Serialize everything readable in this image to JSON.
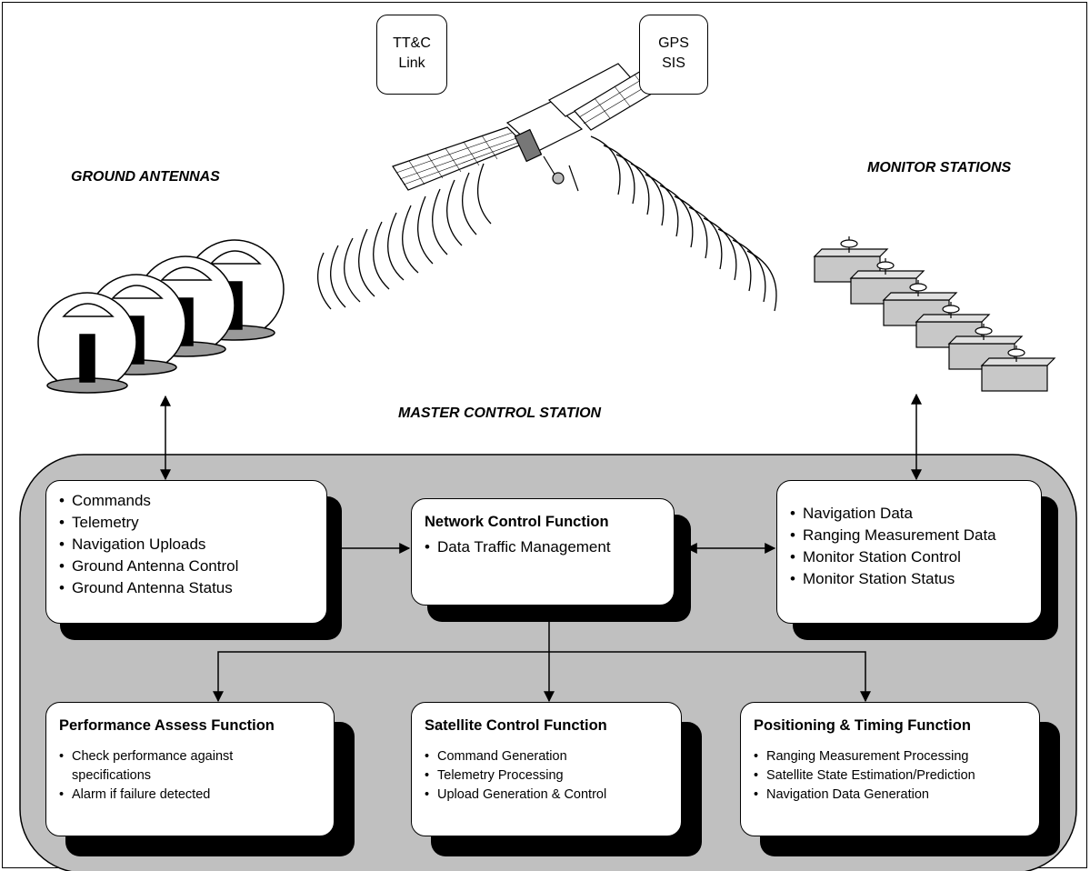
{
  "labels": {
    "ground_antennas": "GROUND ANTENNAS",
    "monitor_stations": "MONITOR STATIONS",
    "master_control_station": "MASTER CONTROL STATION"
  },
  "links": {
    "ttc_line1": "TT&C",
    "ttc_line2": "Link",
    "gps_line1": "GPS",
    "gps_line2": "SIS"
  },
  "boxes": {
    "ground_antenna_io": {
      "items": [
        "Commands",
        "Telemetry",
        "Navigation Uploads",
        "Ground Antenna Control",
        "Ground Antenna Status"
      ]
    },
    "network_control": {
      "title": "Network Control Function",
      "items": [
        "Data Traffic Management"
      ]
    },
    "monitor_station_io": {
      "items": [
        "Navigation Data",
        "Ranging Measurement Data",
        "Monitor Station Control",
        "Monitor Station Status"
      ]
    },
    "performance_assess": {
      "title": "Performance Assess Function",
      "items": [
        "Check performance against specifications",
        "Alarm if failure detected"
      ]
    },
    "satellite_control": {
      "title": "Satellite Control Function",
      "items": [
        "Command Generation",
        "Telemetry Processing",
        "Upload Generation & Control"
      ]
    },
    "positioning_timing": {
      "title": "Positioning & Timing Function",
      "items": [
        "Ranging Measurement Processing",
        "Satellite State Estimation/Prediction",
        "Navigation Data Generation"
      ]
    }
  },
  "colors": {
    "mcs_fill": "#c0c0c0",
    "box_fill": "#ffffff",
    "shadow": "#000000",
    "dish_base": "#9a9a9a",
    "station_fill": "#c8c8c8"
  }
}
